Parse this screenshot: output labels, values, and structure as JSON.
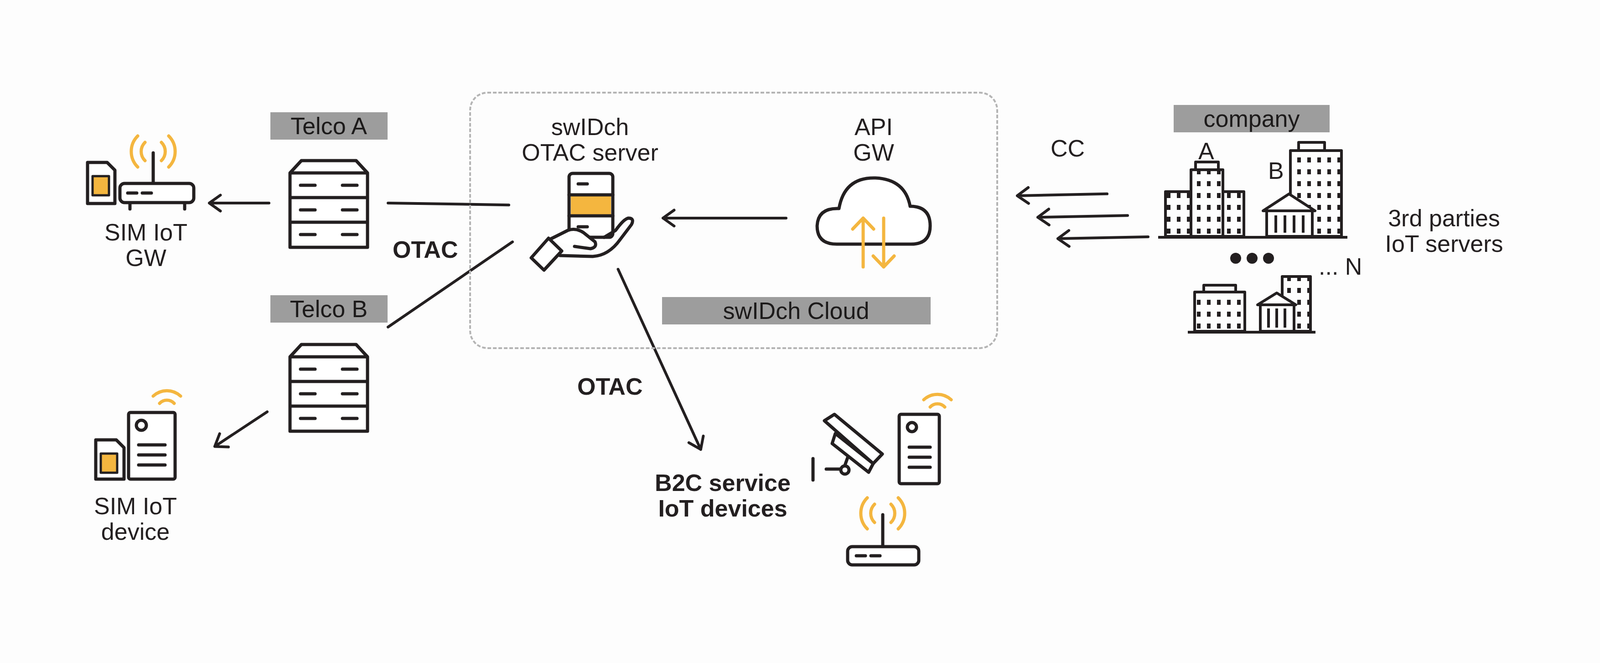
{
  "diagram": {
    "nodes": [
      {
        "text": [
          "swIDch Cloud"
        ]
      },
      {
        "text": [
          "swIDch OTAC server"
        ],
        "in": 0
      },
      {
        "text": [
          "API GW"
        ],
        "in": 0
      },
      {
        "text": [
          "Telco A"
        ]
      },
      {
        "text": [
          "Telco B"
        ]
      },
      {
        "text": [
          "SIM IoT GW"
        ]
      },
      {
        "text": [
          "SIM IoT device"
        ]
      },
      {
        "text": [
          "B2C service IoT devices"
        ]
      },
      {
        "text": [
          "company",
          "3rd parties IoT servers"
        ]
      }
    ],
    "edges": [
      {
        "from": 2,
        "to": 1,
        "arrow": "to"
      },
      {
        "from": 8,
        "to": 2,
        "arrow": "to",
        "label": "CC"
      },
      {
        "from": 8,
        "to": 2,
        "arrow": "to"
      },
      {
        "from": 8,
        "to": 2,
        "arrow": "to"
      },
      {
        "from": 1,
        "to": 3,
        "arrow": "none",
        "label": "OTAC"
      },
      {
        "from": 1,
        "to": 4,
        "arrow": "none"
      },
      {
        "from": 3,
        "to": 5,
        "arrow": "to"
      },
      {
        "from": 4,
        "to": 6,
        "arrow": "to"
      },
      {
        "from": 1,
        "to": 7,
        "arrow": "to",
        "label": "OTAC"
      }
    ],
    "labels": [
      "A",
      "B",
      "... N"
    ]
  }
}
